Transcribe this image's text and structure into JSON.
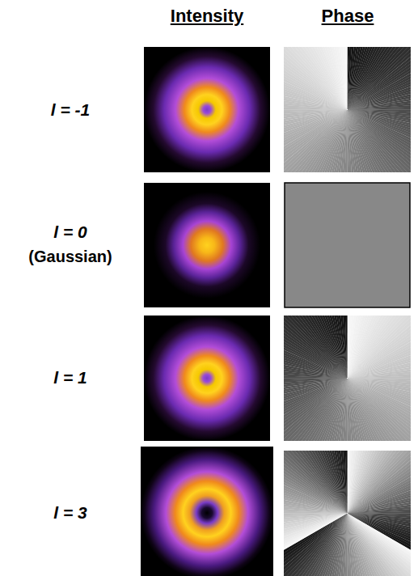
{
  "diagram": {
    "labels": [
      "Intensity",
      "Phase",
      "l = -1",
      "l = 0",
      "(Gaussian)",
      "l = 1",
      "l = 3"
    ]
  }
}
